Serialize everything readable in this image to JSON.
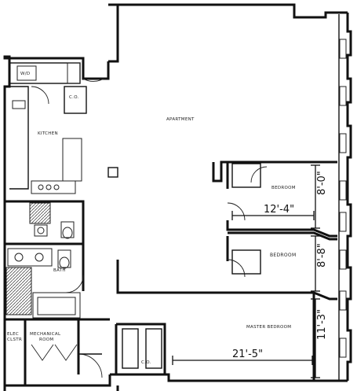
{
  "rooms": {
    "wd": "W/D",
    "closet_top": "C.O.",
    "kitchen": "KITCHEN",
    "apartment": "APARTMENT",
    "bedroom_small": "BEDROOM",
    "bedroom": "BEDROOM",
    "bath": "BATH",
    "master_bedroom": "MASTER BEDROOM",
    "mechanical": "MECHANICAL",
    "mechanical2": "ROOM",
    "elec": "ELEC",
    "elec2": "CLSTR",
    "closet_bottom": "C.O."
  },
  "dimensions": {
    "bedroom_small_depth": "8'-0\"",
    "bedroom_small_width": "12'-4\"",
    "bedroom_depth": "8'-8\"",
    "master_depth": "11'-3\"",
    "master_width": "21'-5\""
  }
}
